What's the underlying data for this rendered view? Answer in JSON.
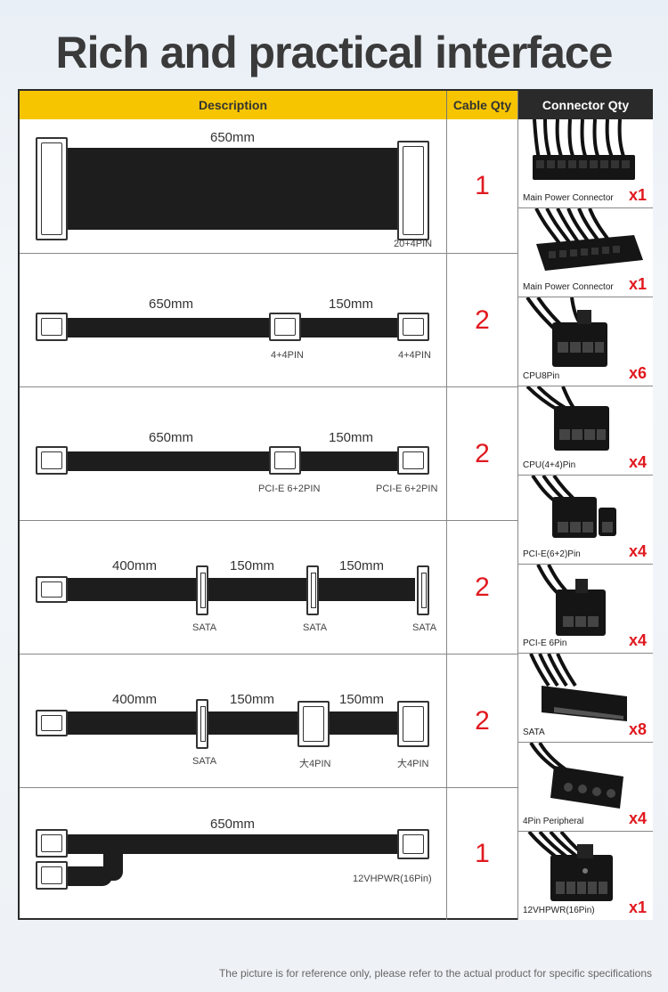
{
  "title": "Rich and practical interface",
  "headers": {
    "description": "Description",
    "cable_qty": "Cable Qty",
    "connector_qty": "Connector Qty"
  },
  "rows": [
    {
      "qty": "1",
      "dims": [
        "650mm"
      ],
      "labels": [
        "20+4PIN"
      ]
    },
    {
      "qty": "2",
      "dims": [
        "650mm",
        "150mm"
      ],
      "labels": [
        "4+4PIN",
        "4+4PIN"
      ]
    },
    {
      "qty": "2",
      "dims": [
        "650mm",
        "150mm"
      ],
      "labels": [
        "PCI-E 6+2PIN",
        "PCI-E 6+2PIN"
      ]
    },
    {
      "qty": "2",
      "dims": [
        "400mm",
        "150mm",
        "150mm"
      ],
      "labels": [
        "SATA",
        "SATA",
        "SATA"
      ]
    },
    {
      "qty": "2",
      "dims": [
        "400mm",
        "150mm",
        "150mm"
      ],
      "labels": [
        "SATA",
        "大4PIN",
        "大4PIN"
      ]
    },
    {
      "qty": "1",
      "dims": [
        "650mm"
      ],
      "labels": [
        "12VHPWR(16Pin)"
      ]
    }
  ],
  "connectors": [
    {
      "name": "Main Power Connector",
      "qty": "x1",
      "icon": "main-power-connector-icon"
    },
    {
      "name": "Main Power Connector",
      "qty": "x1",
      "icon": "main-power-connector-icon"
    },
    {
      "name": "CPU8Pin",
      "qty": "x6",
      "icon": "cpu-8pin-icon"
    },
    {
      "name": "CPU(4+4)Pin",
      "qty": "x4",
      "icon": "cpu-4-4pin-icon"
    },
    {
      "name": "PCI-E(6+2)Pin",
      "qty": "x4",
      "icon": "pcie-6-2pin-icon"
    },
    {
      "name": "PCI-E 6Pin",
      "qty": "x4",
      "icon": "pcie-6pin-icon"
    },
    {
      "name": "SATA",
      "qty": "x8",
      "icon": "sata-connector-icon"
    },
    {
      "name": "4Pin Peripheral",
      "qty": "x4",
      "icon": "molex-4pin-icon"
    },
    {
      "name": "12VHPWR(16Pin)",
      "qty": "x1",
      "icon": "12vhpwr-connector-icon"
    }
  ],
  "footer": "The picture is for reference only, please refer to the actual product for specific specifications"
}
